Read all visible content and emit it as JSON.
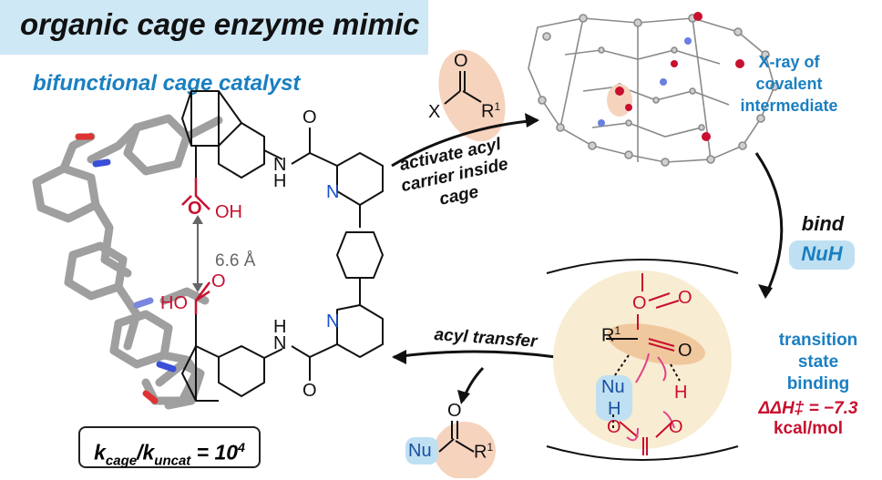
{
  "title": "organic cage enzyme mimic",
  "subtitle": "bifunctional cage catalyst",
  "labels": {
    "xray": [
      "X-ray of",
      "covalent",
      "intermediate"
    ],
    "activate": [
      "activate acyl",
      "carrier inside",
      "cage"
    ],
    "bind": "bind",
    "nuh": "NuH",
    "acyl_transfer": "acyl transfer",
    "transition": [
      "transition",
      "state",
      "binding"
    ],
    "ddh_label": "ΔΔH‡ = −7.3",
    "ddh_unit": "kcal/mol",
    "distance": "6.6 Å"
  },
  "rate_box": {
    "k_main": "k",
    "k_sub1": "cage",
    "slash": "/k",
    "k_sub2": "uncat",
    "eq": " = 10",
    "exp": "4"
  },
  "chem": {
    "cooh": "OH",
    "o": "O",
    "n": "N",
    "nh_h": "H",
    "nh_n": "N",
    "x": "X",
    "r1": "R",
    "one": "1",
    "nu": "Nu",
    "h": "H"
  },
  "colors": {
    "title_bg": "#cfe8f6",
    "accent_blue": "#1a7fc2",
    "accent_red": "#c8102e",
    "highlight": "#f6d3bd",
    "ts_bg": "#f8ecd2",
    "nu_blue": "#bfe0f2"
  }
}
